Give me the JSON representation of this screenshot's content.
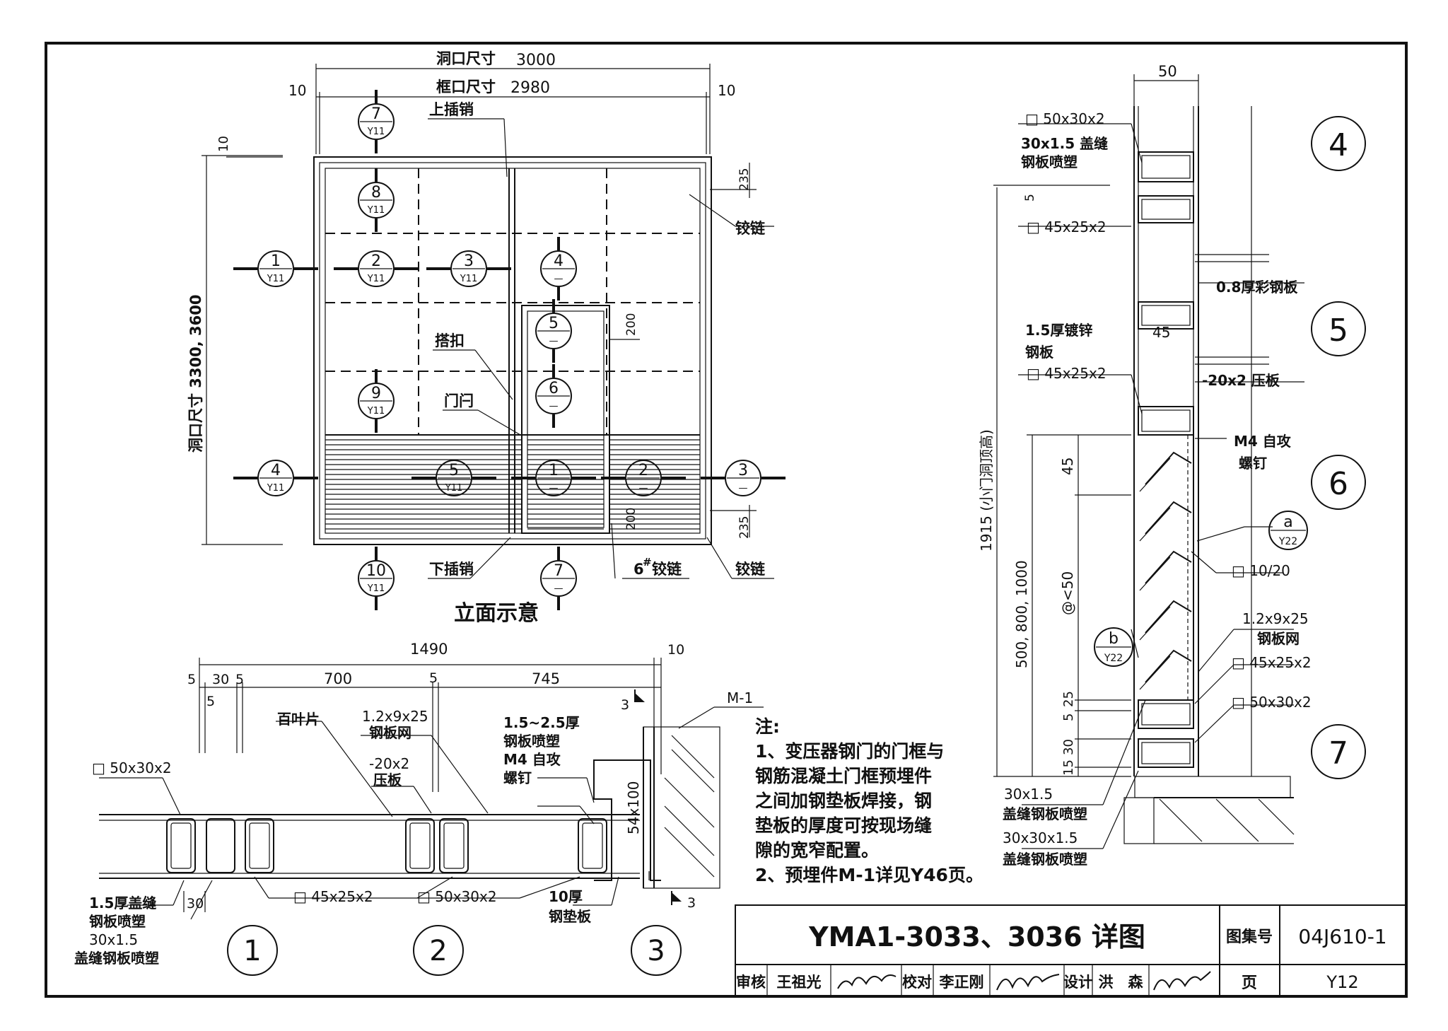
{
  "elevation": {
    "title": "立面示意",
    "opening_label": "洞口尺寸",
    "opening_width": "3000",
    "frame_label": "框口尺寸",
    "frame_width": "2980",
    "gap_left": "10",
    "gap_right": "10",
    "gap_top": "10",
    "opening_height": "洞口尺寸 3300, 3600",
    "dim_235_top": "235",
    "dim_235_bottom": "235",
    "dim_200_a": "200",
    "dim_200_b": "200",
    "callouts": {
      "upper_bolt": "上插销",
      "hinge_top": "铰链",
      "hasp": "搭扣",
      "door_latch": "门闩",
      "lower_bolt": "下插销",
      "hinge6": "6",
      "hinge6_suffix": "#",
      "hinge6_label": "铰链",
      "hinge_bottom": "铰链"
    },
    "sections": [
      {
        "num": "7",
        "ref": "Y11"
      },
      {
        "num": "8",
        "ref": "Y11"
      },
      {
        "num": "1",
        "ref": "Y11"
      },
      {
        "num": "2",
        "ref": "Y11"
      },
      {
        "num": "3",
        "ref": "Y11"
      },
      {
        "num": "4",
        "ref": "—"
      },
      {
        "num": "5",
        "ref": "—"
      },
      {
        "num": "6",
        "ref": "—"
      },
      {
        "num": "9",
        "ref": "Y11"
      },
      {
        "num": "4",
        "ref": "Y11"
      },
      {
        "num": "5",
        "ref": "Y11"
      },
      {
        "num": "1",
        "ref": "—"
      },
      {
        "num": "2",
        "ref": "—"
      },
      {
        "num": "3",
        "ref": "—"
      },
      {
        "num": "10",
        "ref": "Y11"
      },
      {
        "num": "7",
        "ref": "—"
      }
    ]
  },
  "plan": {
    "total": "1490",
    "d5a": "5",
    "d30": "30",
    "d5b": "5",
    "d700": "700",
    "d5c": "5",
    "d745": "745",
    "d10": "10",
    "d5d": "5",
    "louver": "百叶片",
    "mesh1": "1.2x9x25",
    "mesh2": "钢板网",
    "plate1": "-20x2",
    "plate2": "压板",
    "thick1": "1.5~2.5厚",
    "thick2": "钢板喷塑",
    "screw1": "M4 自攻",
    "screw2": "螺钉",
    "m1": "M-1",
    "sec3_top": "3",
    "sec3_bot": "3",
    "d54x100": "54x100",
    "tube50": "□ 50x30x2",
    "cover1": "1.5厚盖缝",
    "cover2": "钢板喷塑",
    "cover3": "30x1.5",
    "cover4": "盖缝钢板喷塑",
    "d30b": "30",
    "tube45": "□ 45x25x2",
    "tube50b": "□ 50x30x2",
    "shim1": "10厚",
    "shim2": "钢垫板",
    "big1": "1",
    "big2": "2",
    "big3": "3"
  },
  "notes": {
    "head": "注:",
    "lines": [
      "1、变压器钢门的门框与",
      "钢筋混凝土门框预埋件",
      "之间加钢垫板焊接，钢",
      "垫板的厚度可按现场缝",
      "隙的宽窄配置。",
      "2、预埋件M-1详见Y46页。"
    ]
  },
  "section": {
    "d50": "50",
    "tube50": "□ 50x30x2",
    "cover1": "30x1.5 盖缝",
    "cover2": "钢板喷塑",
    "d5": "5",
    "tube45a": "□ 45x25x2",
    "color_plate": "0.8厚彩钢板",
    "galv1": "1.5厚镀锌",
    "galv2": "钢板",
    "d45": "45",
    "tube45b": "□ 45x25x2",
    "press": "-20x2 压板",
    "screw1": "M4 自攻",
    "screw2": "螺钉",
    "h1915": "1915 (小门洞顶高)",
    "d45v": "45",
    "heights": "500, 800, 1000",
    "pitch": "@<50",
    "d5v": "5",
    "d25v": "25",
    "d15v": "15",
    "d30v": "30",
    "sq": "□ 10/20",
    "a_num": "a",
    "a_ref": "Y22",
    "b_num": "b",
    "b_ref": "Y22",
    "mesh1": "1.2x9x25",
    "mesh2": "钢板网",
    "tube45c": "□ 45x25x2",
    "tube50c": "□ 50x30x2",
    "bcover1": "30x1.5",
    "bcover2": "盖缝钢板喷塑",
    "angle1": "30x30x1.5",
    "angle2": "盖缝钢板喷塑",
    "n4": "4",
    "n5": "5",
    "n6": "6",
    "n7": "7"
  },
  "titleblock": {
    "title": "YMA1-3033、3036 详图",
    "atlas_label": "图集号",
    "atlas_no": "04J610-1",
    "page_label": "页",
    "page_no": "Y12",
    "review_label": "审核",
    "reviewer": "王祖光",
    "check_label": "校对",
    "checker": "李正刚",
    "design_label": "设计",
    "designer": "洪　森"
  }
}
